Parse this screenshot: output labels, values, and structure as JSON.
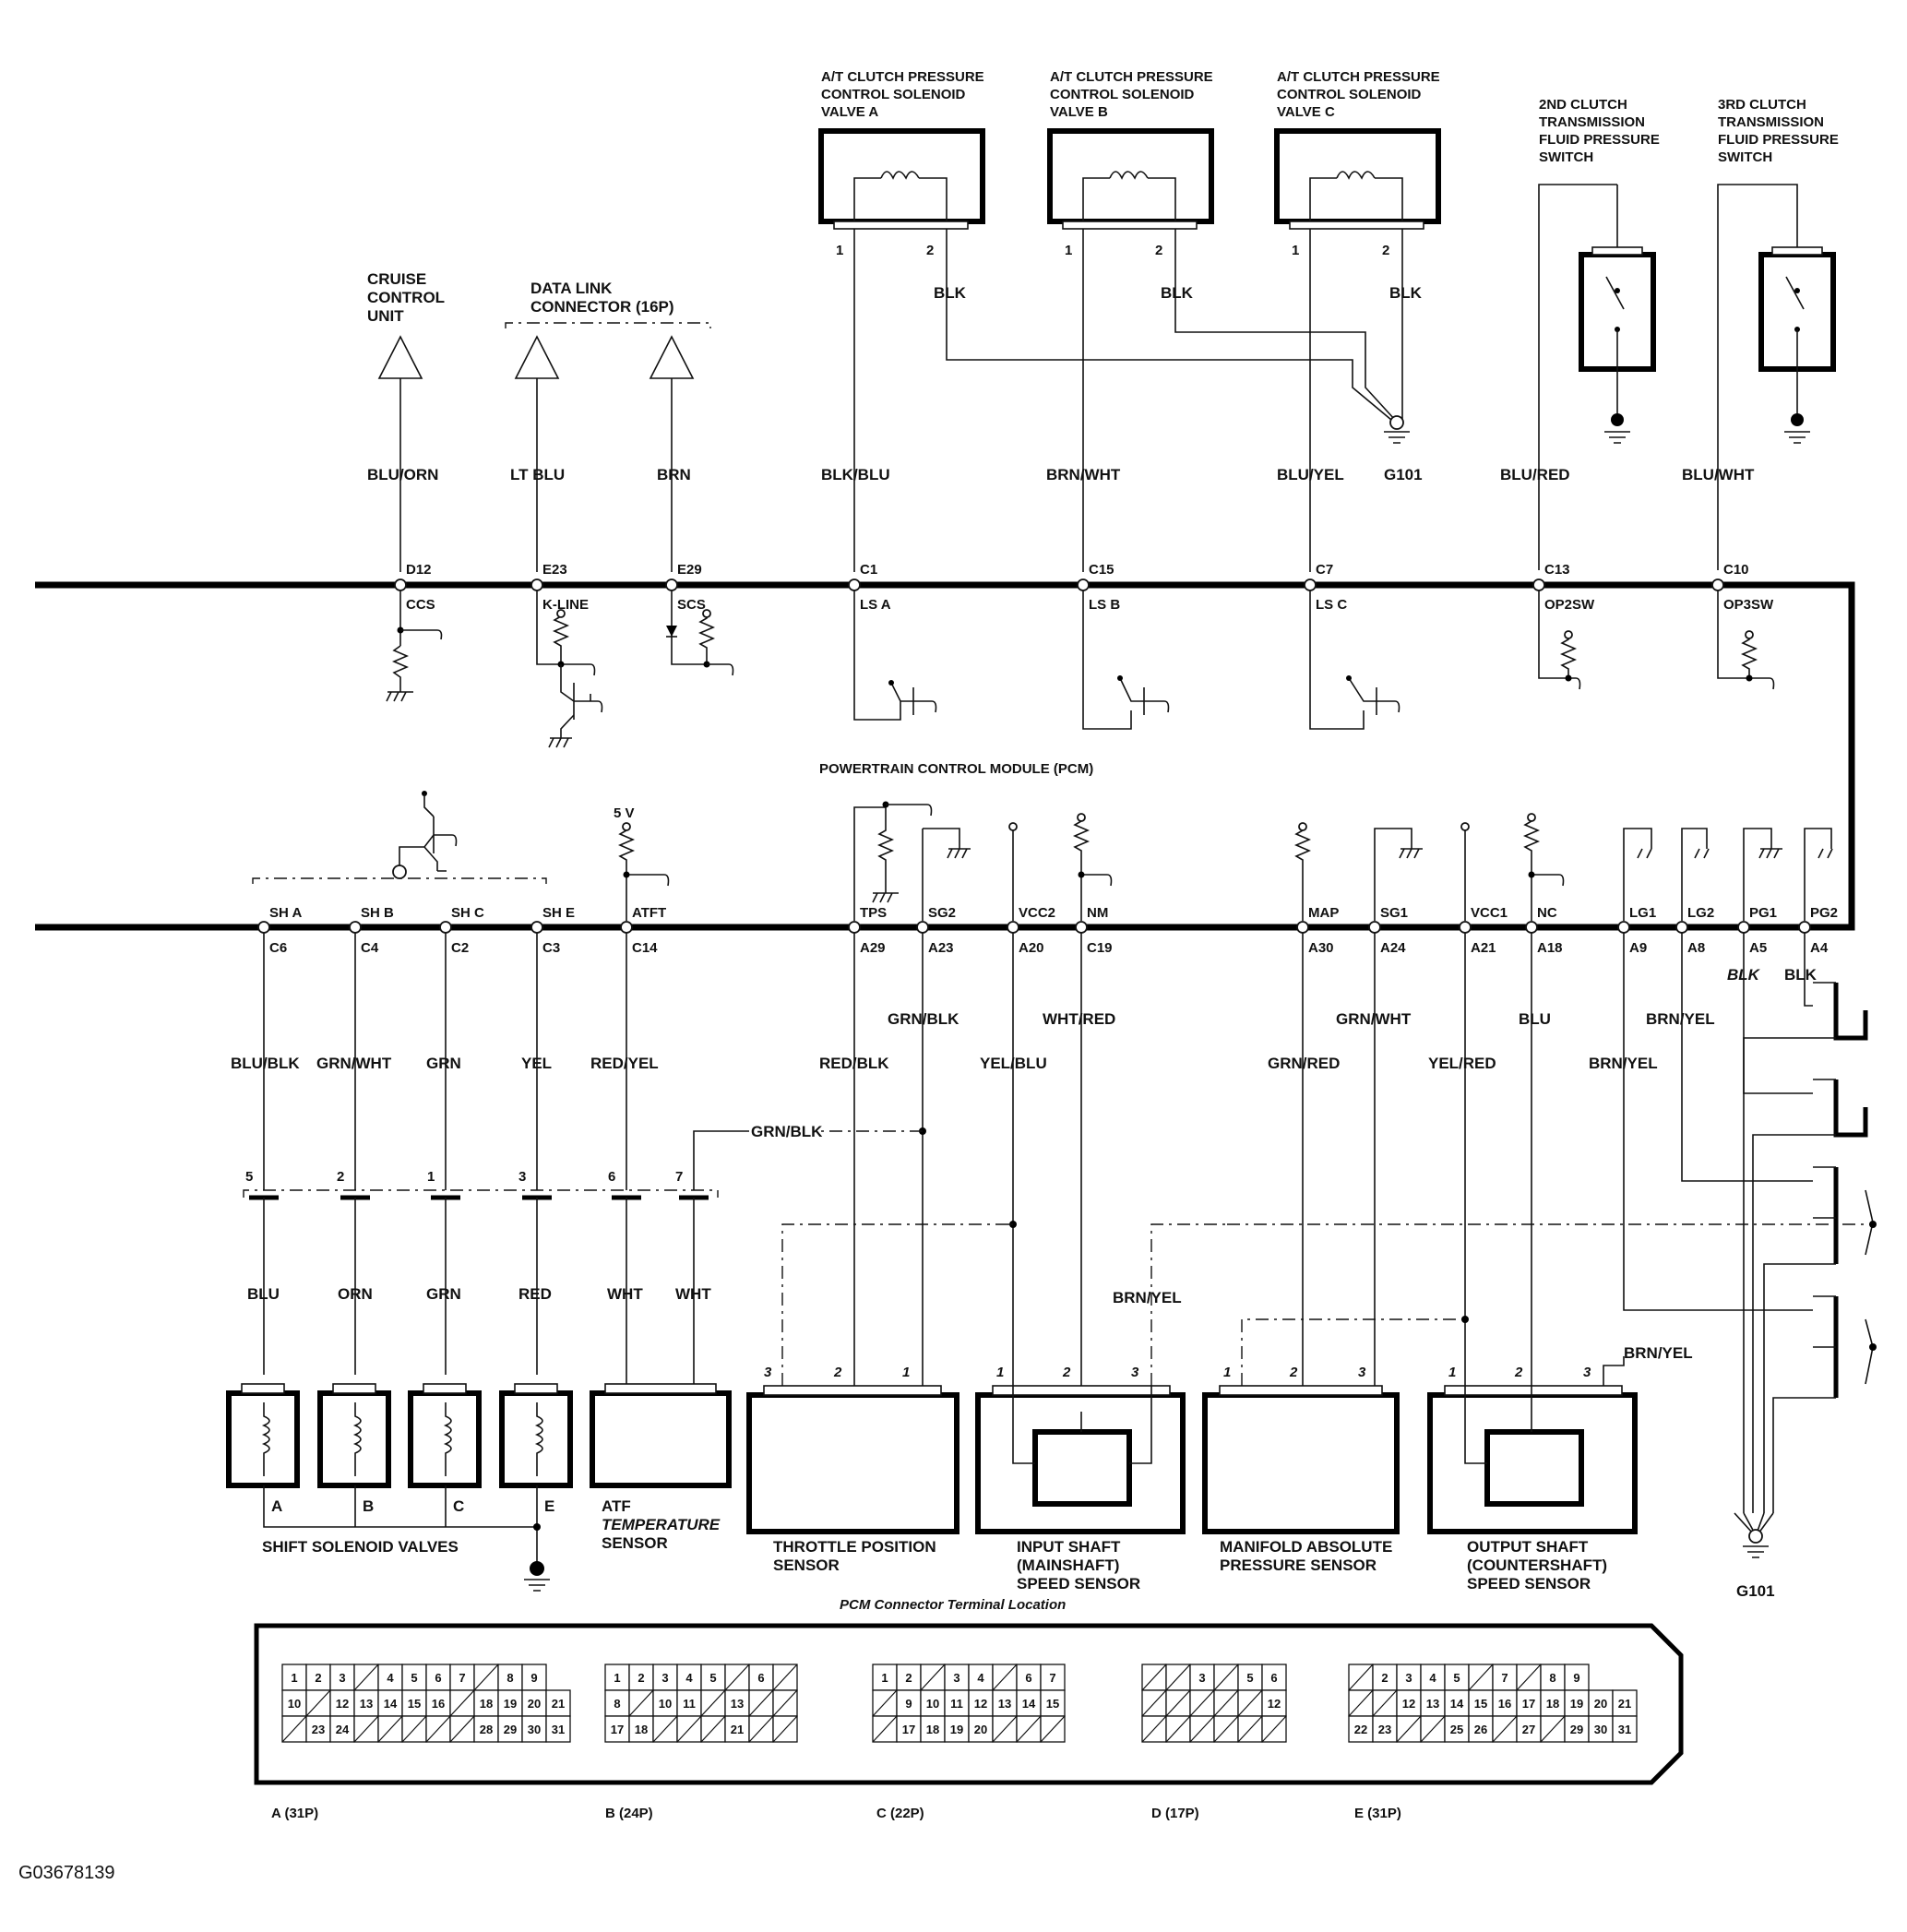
{
  "caption": "G03678139",
  "pcm": {
    "title": "POWERTRAIN CONTROL MODULE (PCM)"
  },
  "cruise": {
    "title_lines": [
      "CRUISE",
      "CONTROL",
      "UNIT"
    ]
  },
  "dlc": {
    "title_lines": [
      "DATA LINK",
      "CONNECTOR (16P)"
    ]
  },
  "solenoid_a": {
    "title_lines": [
      "A/T CLUTCH PRESSURE",
      "CONTROL SOLENOID",
      "VALVE A"
    ]
  },
  "solenoid_b": {
    "title_lines": [
      "A/T CLUTCH PRESSURE",
      "CONTROL SOLENOID",
      "VALVE B"
    ]
  },
  "solenoid_c": {
    "title_lines": [
      "A/T CLUTCH PRESSURE",
      "CONTROL SOLENOID",
      "VALVE C"
    ]
  },
  "switch2": {
    "title_lines": [
      "2ND CLUTCH",
      "TRANSMISSION",
      "FLUID PRESSURE",
      "SWITCH"
    ]
  },
  "switch3": {
    "title_lines": [
      "3RD CLUTCH",
      "TRANSMISSION",
      "FLUID PRESSURE",
      "SWITCH"
    ]
  },
  "top_wires": [
    {
      "color": "BLU/ORN",
      "pin": "D12",
      "signal": "CCS"
    },
    {
      "color": "LT BLU",
      "pin": "E23",
      "signal": "K-LINE"
    },
    {
      "color": "BRN",
      "pin": "E29",
      "signal": "SCS"
    },
    {
      "color": "BLK/BLU",
      "pin": "C1",
      "signal": "LS A"
    },
    {
      "color": "BRN/WHT",
      "pin": "C15",
      "signal": "LS B"
    },
    {
      "color": "BLU/YEL",
      "pin": "C7",
      "signal": "LS C"
    },
    {
      "color": "BLU/RED",
      "pin": "C13",
      "signal": "OP2SW"
    },
    {
      "color": "BLU/WHT",
      "pin": "C10",
      "signal": "OP3SW"
    }
  ],
  "top_ground": {
    "wire": "BLK",
    "name": "G101"
  },
  "five_v": "5 V",
  "bottom_wires": [
    {
      "signal": "SH A",
      "pin": "C6"
    },
    {
      "signal": "SH B",
      "pin": "C4"
    },
    {
      "signal": "SH C",
      "pin": "C2"
    },
    {
      "signal": "SH E",
      "pin": "C3"
    },
    {
      "signal": "ATFT",
      "pin": "C14"
    },
    {
      "signal": "TPS",
      "pin": "A29"
    },
    {
      "signal": "SG2",
      "pin": "A23"
    },
    {
      "signal": "VCC2",
      "pin": "A20"
    },
    {
      "signal": "NM",
      "pin": "C19"
    },
    {
      "signal": "MAP",
      "pin": "A30"
    },
    {
      "signal": "SG1",
      "pin": "A24"
    },
    {
      "signal": "VCC1",
      "pin": "A21"
    },
    {
      "signal": "NC",
      "pin": "A18"
    },
    {
      "signal": "LG1",
      "pin": "A9"
    },
    {
      "signal": "LG2",
      "pin": "A8"
    },
    {
      "signal": "PG1",
      "pin": "A5"
    },
    {
      "signal": "PG2",
      "pin": "A4"
    }
  ],
  "wire_colors": {
    "sha": "BLU/BLK",
    "shb": "GRN/WHT",
    "shc": "GRN",
    "she": "YEL",
    "atft": "RED/YEL",
    "tps": "RED/BLK",
    "sg2": "GRN/BLK",
    "vcc2": "YEL/BLU",
    "nm": "WHT/RED",
    "map": "GRN/RED",
    "sg1": "GRN/WHT",
    "vcc1": "YEL/RED",
    "nc": "BLU",
    "lg1": "BRN/YEL",
    "lg2": "BRN/YEL",
    "pg1": "BLK",
    "pg2": "BLK",
    "sg2_branch": "GRN/BLK",
    "brn_yel_a": "BRN/YEL",
    "brn_yel_b": "BRN/YEL"
  },
  "trans_connector": {
    "pins": [
      "5",
      "2",
      "1",
      "3",
      "6",
      "7"
    ],
    "colors": [
      "BLU",
      "ORN",
      "GRN",
      "RED",
      "WHT",
      "WHT"
    ]
  },
  "shift_solenoids": {
    "letters": [
      "A",
      "B",
      "C",
      "E"
    ],
    "title": "SHIFT SOLENOID VALVES"
  },
  "atf_sensor": {
    "lines": [
      "ATF",
      "TEMPERATURE",
      "SENSOR"
    ]
  },
  "tps_sensor": {
    "lines": [
      "THROTTLE POSITION",
      "SENSOR"
    ],
    "pins": [
      "3",
      "2",
      "1"
    ]
  },
  "input_sensor": {
    "lines": [
      "INPUT SHAFT",
      "(MAINSHAFT)",
      "SPEED SENSOR"
    ],
    "pins": [
      "1",
      "2",
      "3"
    ]
  },
  "map_sensor": {
    "lines": [
      "MANIFOLD ABSOLUTE",
      "PRESSURE SENSOR"
    ],
    "pins": [
      "1",
      "2",
      "3"
    ]
  },
  "output_sensor": {
    "lines": [
      "OUTPUT SHAFT",
      "(COUNTERSHAFT)",
      "SPEED SENSOR"
    ],
    "pins": [
      "1",
      "2",
      "3"
    ]
  },
  "bottom_ground": "G101",
  "terminal_location": {
    "title": "PCM Connector Terminal Location",
    "connectors": [
      {
        "name": "A (31P)",
        "rows": [
          [
            "1",
            "2",
            "3",
            "",
            "4",
            "5",
            "6",
            "7",
            "",
            "8",
            "9"
          ],
          [
            "10",
            "",
            "12",
            "13",
            "14",
            "15",
            "16",
            "",
            "18",
            "19",
            "20",
            "21"
          ],
          [
            "",
            "23",
            "24",
            "",
            "",
            "",
            "",
            "",
            "28",
            "29",
            "30",
            "31"
          ]
        ]
      },
      {
        "name": "B (24P)",
        "rows": [
          [
            "1",
            "2",
            "3",
            "4",
            "5",
            "",
            "6",
            ""
          ],
          [
            "8",
            "",
            "10",
            "11",
            "",
            "13",
            "",
            ""
          ],
          [
            "17",
            "18",
            "",
            "",
            "",
            "21",
            "",
            ""
          ]
        ]
      },
      {
        "name": "C (22P)",
        "rows": [
          [
            "1",
            "2",
            "",
            "3",
            "4",
            "",
            "6",
            "7"
          ],
          [
            "",
            "9",
            "10",
            "11",
            "12",
            "13",
            "14",
            "15"
          ],
          [
            "",
            "17",
            "18",
            "19",
            "20",
            "",
            "",
            ""
          ]
        ]
      },
      {
        "name": "D (17P)",
        "rows": [
          [
            "",
            "",
            "3",
            "",
            "5",
            "6"
          ],
          [
            "",
            "",
            "",
            "",
            "",
            "12"
          ],
          [
            "",
            "",
            "",
            "",
            "",
            ""
          ]
        ]
      },
      {
        "name": "E (31P)",
        "rows": [
          [
            "",
            "2",
            "3",
            "4",
            "5",
            "",
            "7",
            "",
            "8",
            "9"
          ],
          [
            "",
            "",
            "12",
            "13",
            "14",
            "15",
            "16",
            "17",
            "18",
            "19",
            "20",
            "21"
          ],
          [
            "22",
            "23",
            "",
            "",
            "25",
            "26",
            "",
            "27",
            "",
            "29",
            "30",
            "31"
          ]
        ]
      }
    ]
  }
}
